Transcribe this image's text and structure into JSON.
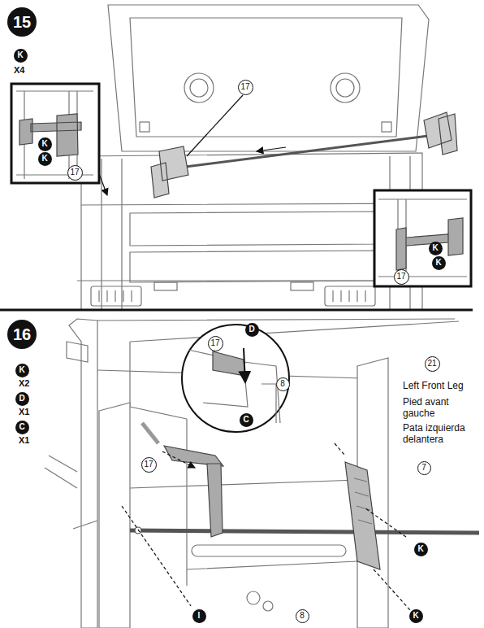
{
  "diagram": {
    "nodes": [
      {
        "text": [
          "15"
        ]
      },
      {
        "text": [
          "K"
        ]
      },
      {
        "text": [
          "17"
        ]
      },
      {
        "text": [
          "K"
        ]
      },
      {
        "text": [
          "K"
        ]
      },
      {
        "text": [
          "17"
        ]
      },
      {
        "text": [
          "K"
        ]
      },
      {
        "text": [
          "K"
        ]
      },
      {
        "text": [
          "17"
        ]
      },
      {
        "text": [
          "16"
        ]
      },
      {
        "text": [
          "K"
        ]
      },
      {
        "text": [
          "D"
        ]
      },
      {
        "text": [
          "C"
        ]
      },
      {
        "text": [
          "17"
        ]
      },
      {
        "text": [
          "D"
        ]
      },
      {
        "text": [
          "8"
        ]
      },
      {
        "text": [
          "C"
        ]
      },
      {
        "text": [
          "21"
        ]
      },
      {
        "text": [
          "17"
        ]
      },
      {
        "text": [
          "7"
        ]
      },
      {
        "text": [
          "K"
        ]
      },
      {
        "text": [
          "I"
        ]
      },
      {
        "text": [
          "8"
        ]
      },
      {
        "text": [
          "K"
        ]
      }
    ],
    "labels": [
      "X4",
      "X2",
      "X1",
      "X1",
      "Left Front Leg",
      "Pied avant gauche",
      "Pata izquierda delantera"
    ]
  }
}
